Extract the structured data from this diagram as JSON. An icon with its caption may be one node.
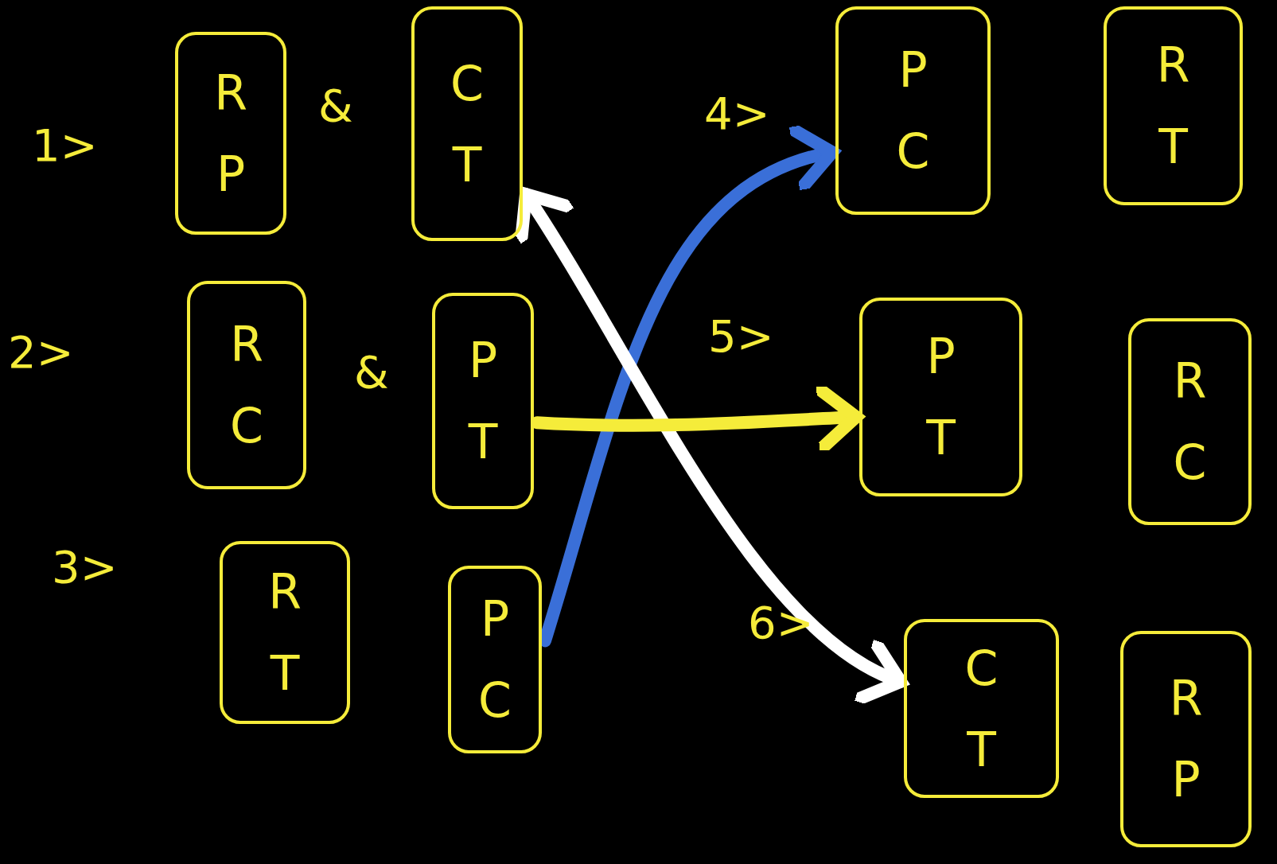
{
  "diagram": {
    "nodes": [
      {
        "text": [
          "R P"
        ]
      },
      {
        "text": [
          "C T"
        ]
      },
      {
        "text": [
          "R C"
        ]
      },
      {
        "text": [
          "P T"
        ]
      },
      {
        "text": [
          "R T"
        ]
      },
      {
        "text": [
          "P C"
        ]
      },
      {
        "text": [
          "P C"
        ]
      },
      {
        "text": [
          "R T"
        ]
      },
      {
        "text": [
          "P T"
        ]
      },
      {
        "text": [
          "R C"
        ]
      },
      {
        "text": [
          "C T"
        ]
      },
      {
        "text": [
          "R P"
        ]
      }
    ],
    "edges": [
      {
        "from": 5,
        "to": 6,
        "arrow": "to",
        "color": "#3a6fd8"
      },
      {
        "from": 1,
        "to": 10,
        "arrow": "both",
        "color": "#ffffff"
      },
      {
        "from": 3,
        "to": 8,
        "arrow": "to",
        "color": "#f5ec3a"
      }
    ],
    "labels": [
      "1>",
      "&",
      "2>",
      "&",
      "3>",
      "4>",
      "5>",
      "6>"
    ]
  }
}
